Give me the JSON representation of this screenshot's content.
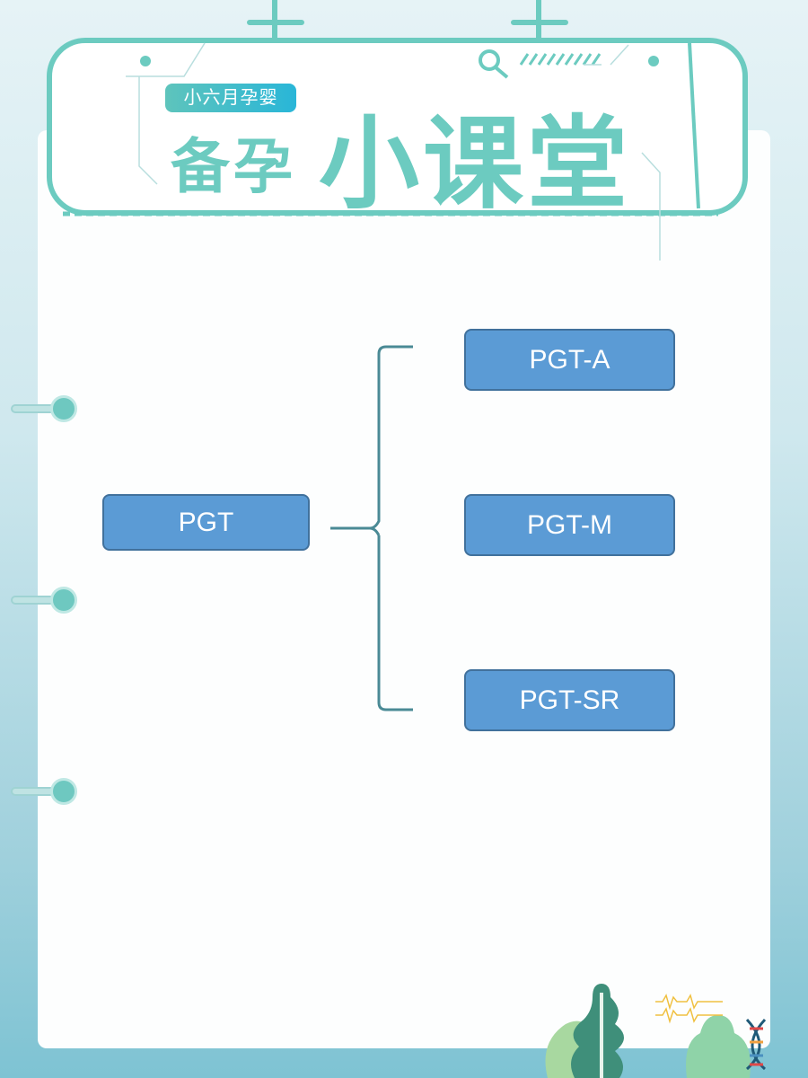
{
  "header": {
    "brand": "小六月孕婴",
    "title_small": "备孕",
    "title_large": "小课堂"
  },
  "diagram": {
    "root": "PGT",
    "children": [
      "PGT-A",
      "PGT-M",
      "PGT-SR"
    ]
  },
  "colors": {
    "accent": "#6ccbc0",
    "box_fill": "#5b9bd5",
    "box_border": "#41719c",
    "bracket": "#4a8a95"
  }
}
